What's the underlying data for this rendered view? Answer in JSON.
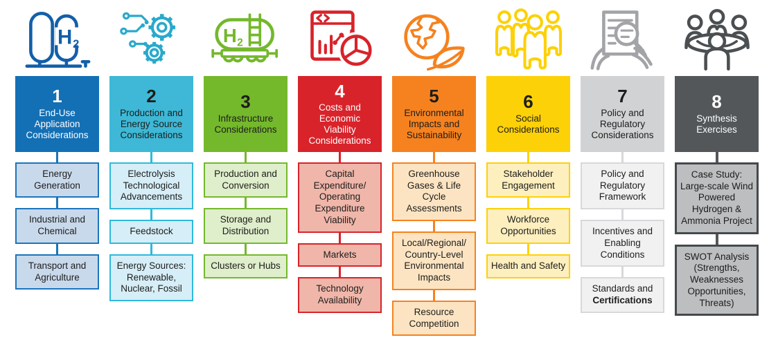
{
  "diagram_title": "",
  "columns": [
    {
      "number": "1",
      "title": "End-Use Application Considerations",
      "icon": "hydrogen-storage-tanks-icon",
      "colors": {
        "header_bg": "#1470b5",
        "header_text": "#ffffff",
        "item_bg": "#c9d9ec",
        "item_border": "#1b75bc",
        "accent": "#1b75bc",
        "icon": "#135fa9"
      },
      "items": [
        {
          "label": "Energy Generation"
        },
        {
          "label": "Industrial and Chemical"
        },
        {
          "label": "Transport and Agriculture"
        }
      ]
    },
    {
      "number": "2",
      "title": "Production and Energy Source Considerations",
      "icon": "gears-circuit-icon",
      "colors": {
        "header_bg": "#3eb8d6",
        "header_text": "#1d1d1b",
        "item_bg": "#d6eef7",
        "item_border": "#2fb9dc",
        "accent": "#2fb9dc",
        "icon": "#29a9cb"
      },
      "items": [
        {
          "label": "Electrolysis Technological Advancements"
        },
        {
          "label": "Feedstock"
        },
        {
          "label": "Energy Sources: Renewable, Nuclear, Fossil"
        }
      ]
    },
    {
      "number": "3",
      "title": "Infrastructure Considerations",
      "icon": "hydrogen-tanker-wagon-icon",
      "colors": {
        "header_bg": "#74b82c",
        "header_text": "#1d1d1b",
        "item_bg": "#dfeecb",
        "item_border": "#74b82c",
        "accent": "#74b82c",
        "icon": "#74b82c"
      },
      "items": [
        {
          "label": "Production and Conversion"
        },
        {
          "label": "Storage and Distribution"
        },
        {
          "label": "Clusters or Hubs"
        }
      ]
    },
    {
      "number": "4",
      "title": "Costs and Economic Viability Considerations",
      "icon": "cost-analytics-dashboard-icon",
      "colors": {
        "header_bg": "#d8232a",
        "header_text": "#ffffff",
        "item_bg": "#f0b6aa",
        "item_border": "#d8232a",
        "accent": "#d8232a",
        "icon": "#d8232a"
      },
      "items": [
        {
          "label": "Capital Expenditure/ Operating Expenditure Viability"
        },
        {
          "label": "Markets"
        },
        {
          "label": "Technology Availability"
        }
      ]
    },
    {
      "number": "5",
      "title": "Environmental Impacts and Sustainability",
      "icon": "globe-leaf-icon",
      "colors": {
        "header_bg": "#f5821f",
        "header_text": "#1d1d1b",
        "item_bg": "#fce4c2",
        "item_border": "#f5821f",
        "accent": "#f5821f",
        "icon": "#f5821f"
      },
      "items": [
        {
          "label": "Greenhouse Gases & Life Cycle Assessments"
        },
        {
          "label": "Local/Regional/ Country-Level Environmental Impacts"
        },
        {
          "label": "Resource Competition"
        }
      ]
    },
    {
      "number": "6",
      "title": "Social Considerations",
      "icon": "people-group-icon",
      "colors": {
        "header_bg": "#fdd108",
        "header_text": "#1d1d1b",
        "item_bg": "#fdefbe",
        "item_border": "#fdd108",
        "accent": "#fdd108",
        "icon": "#fdd108"
      },
      "items": [
        {
          "label": "Stakeholder Engagement"
        },
        {
          "label": "Workforce Opportunities"
        },
        {
          "label": "Health and Safety"
        }
      ]
    },
    {
      "number": "7",
      "title": "Policy and Regulatory Considerations",
      "icon": "document-magnifier-review-icon",
      "colors": {
        "header_bg": "#d0d2d3",
        "header_text": "#1d1d1b",
        "item_bg": "#f1f1f2",
        "item_border": "#d7d8d9",
        "accent": "#d7d8d9",
        "icon": "#a2a4a7"
      },
      "items": [
        {
          "label": "Policy and Regulatory Framework"
        },
        {
          "label": "Incentives and Enabling Conditions"
        },
        {
          "label": "Standards and",
          "label_bold": "Certifications"
        }
      ]
    },
    {
      "number": "8",
      "title": "Synthesis Exercises",
      "icon": "meeting-table-icon",
      "colors": {
        "header_bg": "#53575a",
        "header_text": "#ffffff",
        "item_bg": "#bcbec0",
        "item_border": "#45494c",
        "accent": "#53575a",
        "icon": "#4b4f52"
      },
      "items": [
        {
          "label": "Case Study: Large-scale Wind Powered Hydrogen & Ammonia Project"
        },
        {
          "label": "SWOT Analysis (Strengths, Weaknesses Opportunities, Threats)"
        }
      ]
    }
  ]
}
